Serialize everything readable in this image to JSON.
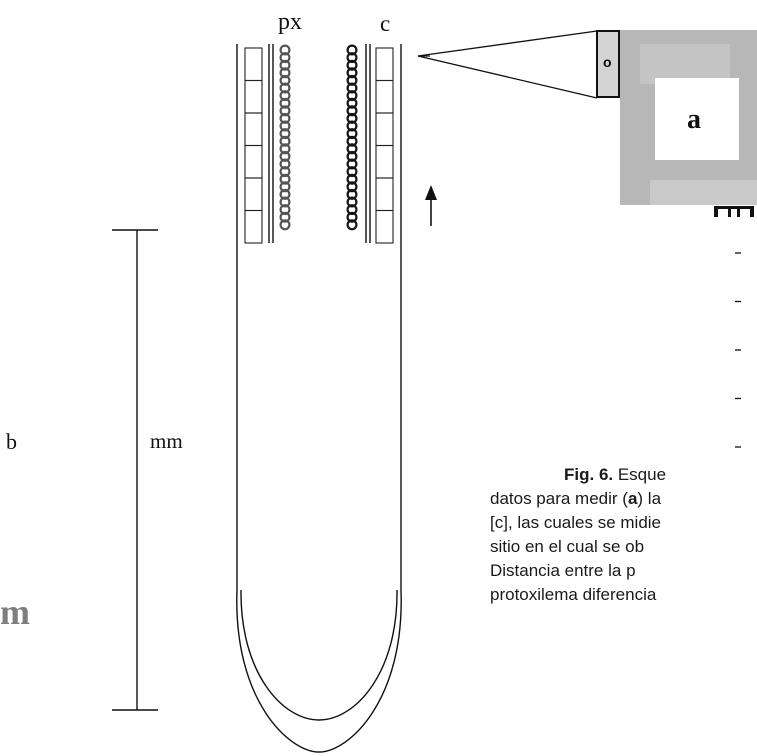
{
  "labels": {
    "px": "px",
    "c": "c",
    "b": "b",
    "mm": "mm",
    "m": "m",
    "inset_o": "o",
    "inset_a": "a"
  },
  "caption": {
    "fig_label": "Fig. 6.",
    "line1_rest": " Esque",
    "line2_pre": "datos para medir (",
    "line2_bold": "a",
    "line2_post": ") la",
    "line3": "[c], las cuales se midie",
    "line4": "sitio en el cual se ob",
    "line5": "Distancia entre la p",
    "line6": "protoxilema diferencia"
  },
  "colors": {
    "stroke": "#111111",
    "protoxylem_dark": "#151515",
    "protoxylem_gray": "#555555",
    "inset_gray": "#b7b7b7",
    "faded_m": "#7d7d7d"
  }
}
